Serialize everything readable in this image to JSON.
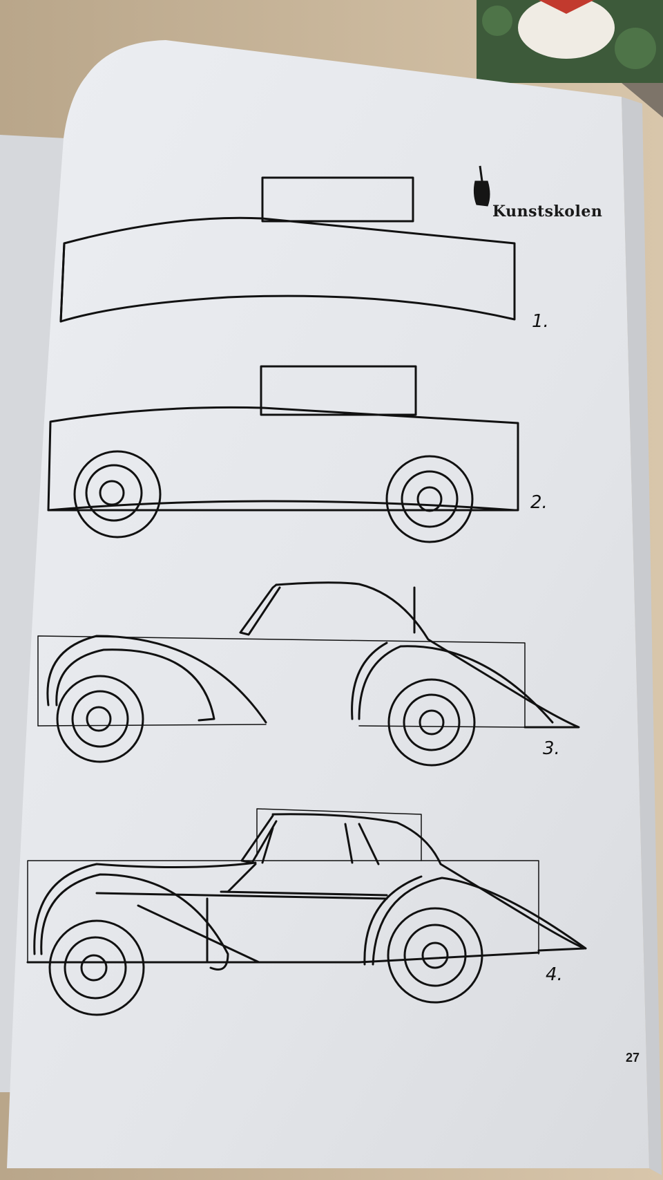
{
  "book": {
    "brand_name": "Kunstskolen",
    "page_number": "27"
  },
  "steps": [
    {
      "label": "1."
    },
    {
      "label": "2."
    },
    {
      "label": "3."
    },
    {
      "label": "4."
    }
  ],
  "colors": {
    "paper": "#e6e7ea",
    "ink": "#111111",
    "cardboard": "#c9b79d",
    "table": "#7d7469"
  }
}
